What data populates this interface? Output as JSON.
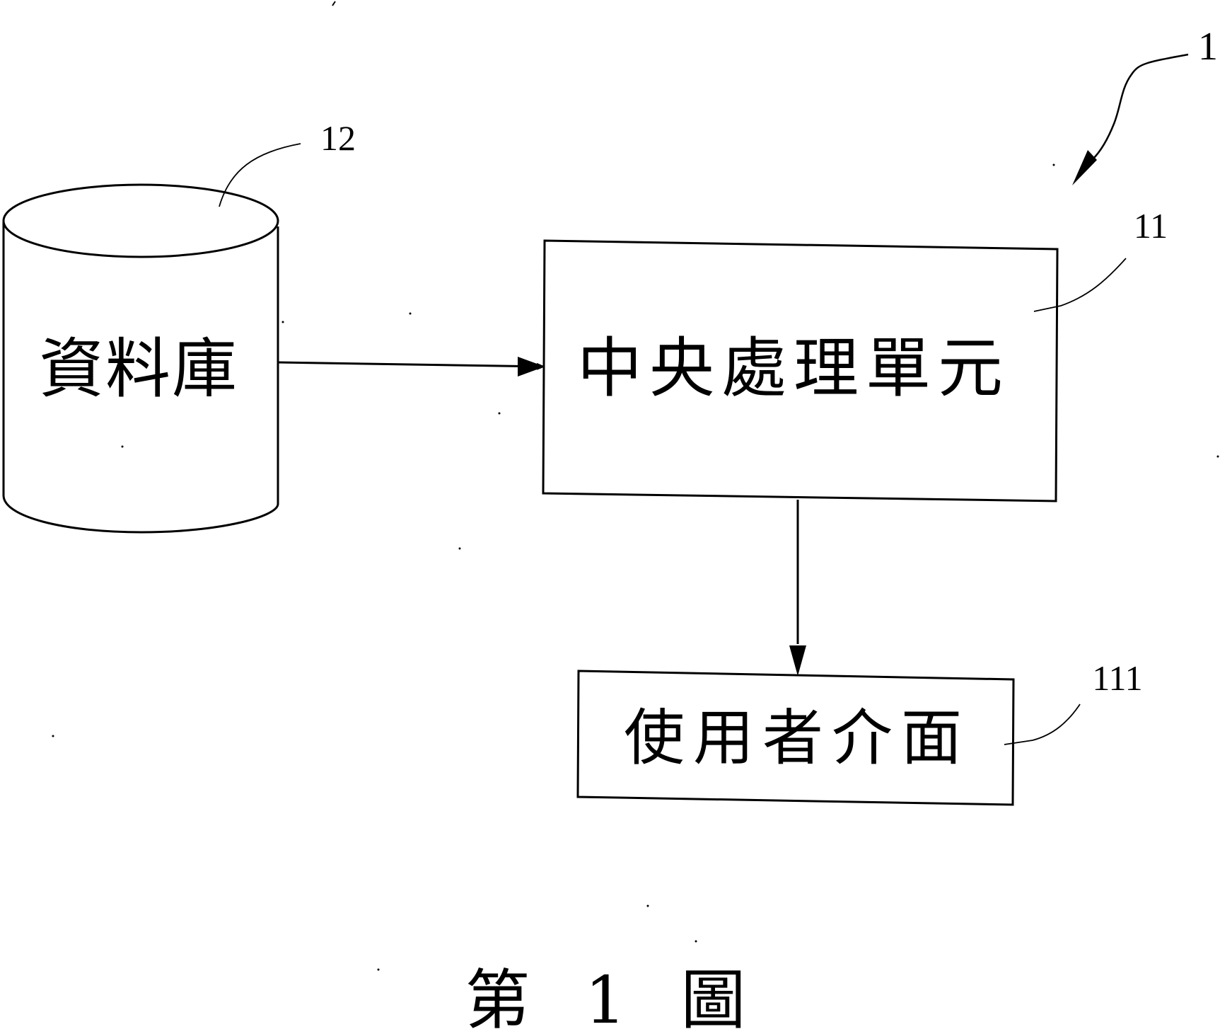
{
  "figure": {
    "caption": "第 1 圖",
    "system_ref": "1"
  },
  "nodes": {
    "database": {
      "label": "資料庫",
      "ref": "12",
      "shape": "cylinder"
    },
    "cpu": {
      "label": "中央處理單元",
      "ref": "11",
      "shape": "rectangle"
    },
    "user_interface": {
      "label": "使用者介面",
      "ref": "111",
      "shape": "rectangle"
    }
  },
  "edges": [
    {
      "from": "database",
      "to": "cpu",
      "style": "arrow"
    },
    {
      "from": "cpu",
      "to": "user_interface",
      "style": "arrow"
    }
  ],
  "colors": {
    "stroke": "#000000",
    "background": "#ffffff"
  }
}
